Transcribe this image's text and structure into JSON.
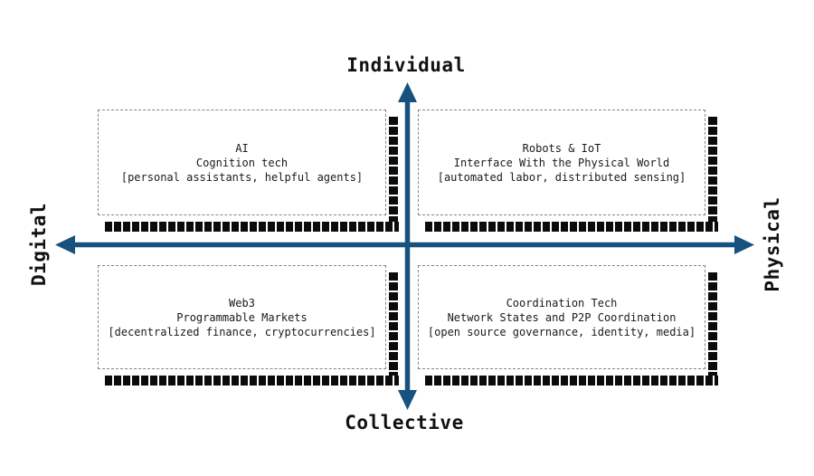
{
  "axes": {
    "top_label": "Individual",
    "bottom_label": "Collective",
    "left_label": "Digital",
    "right_label": "Physical",
    "color": "#17527e"
  },
  "quadrants": [
    {
      "position": "top-left",
      "title": "AI",
      "subtitle": "Cognition tech",
      "examples": "[personal assistants, helpful agents]"
    },
    {
      "position": "top-right",
      "title": "Robots & IoT",
      "subtitle": "Interface With the Physical World",
      "examples": "[automated labor, distributed sensing]"
    },
    {
      "position": "bottom-left",
      "title": "Web3",
      "subtitle": "Programmable Markets",
      "examples": "[decentralized finance, cryptocurrencies]"
    },
    {
      "position": "bottom-right",
      "title": "Coordination Tech",
      "subtitle": "Network States and P2P Coordination",
      "examples": "[open source governance, identity, media]"
    }
  ]
}
